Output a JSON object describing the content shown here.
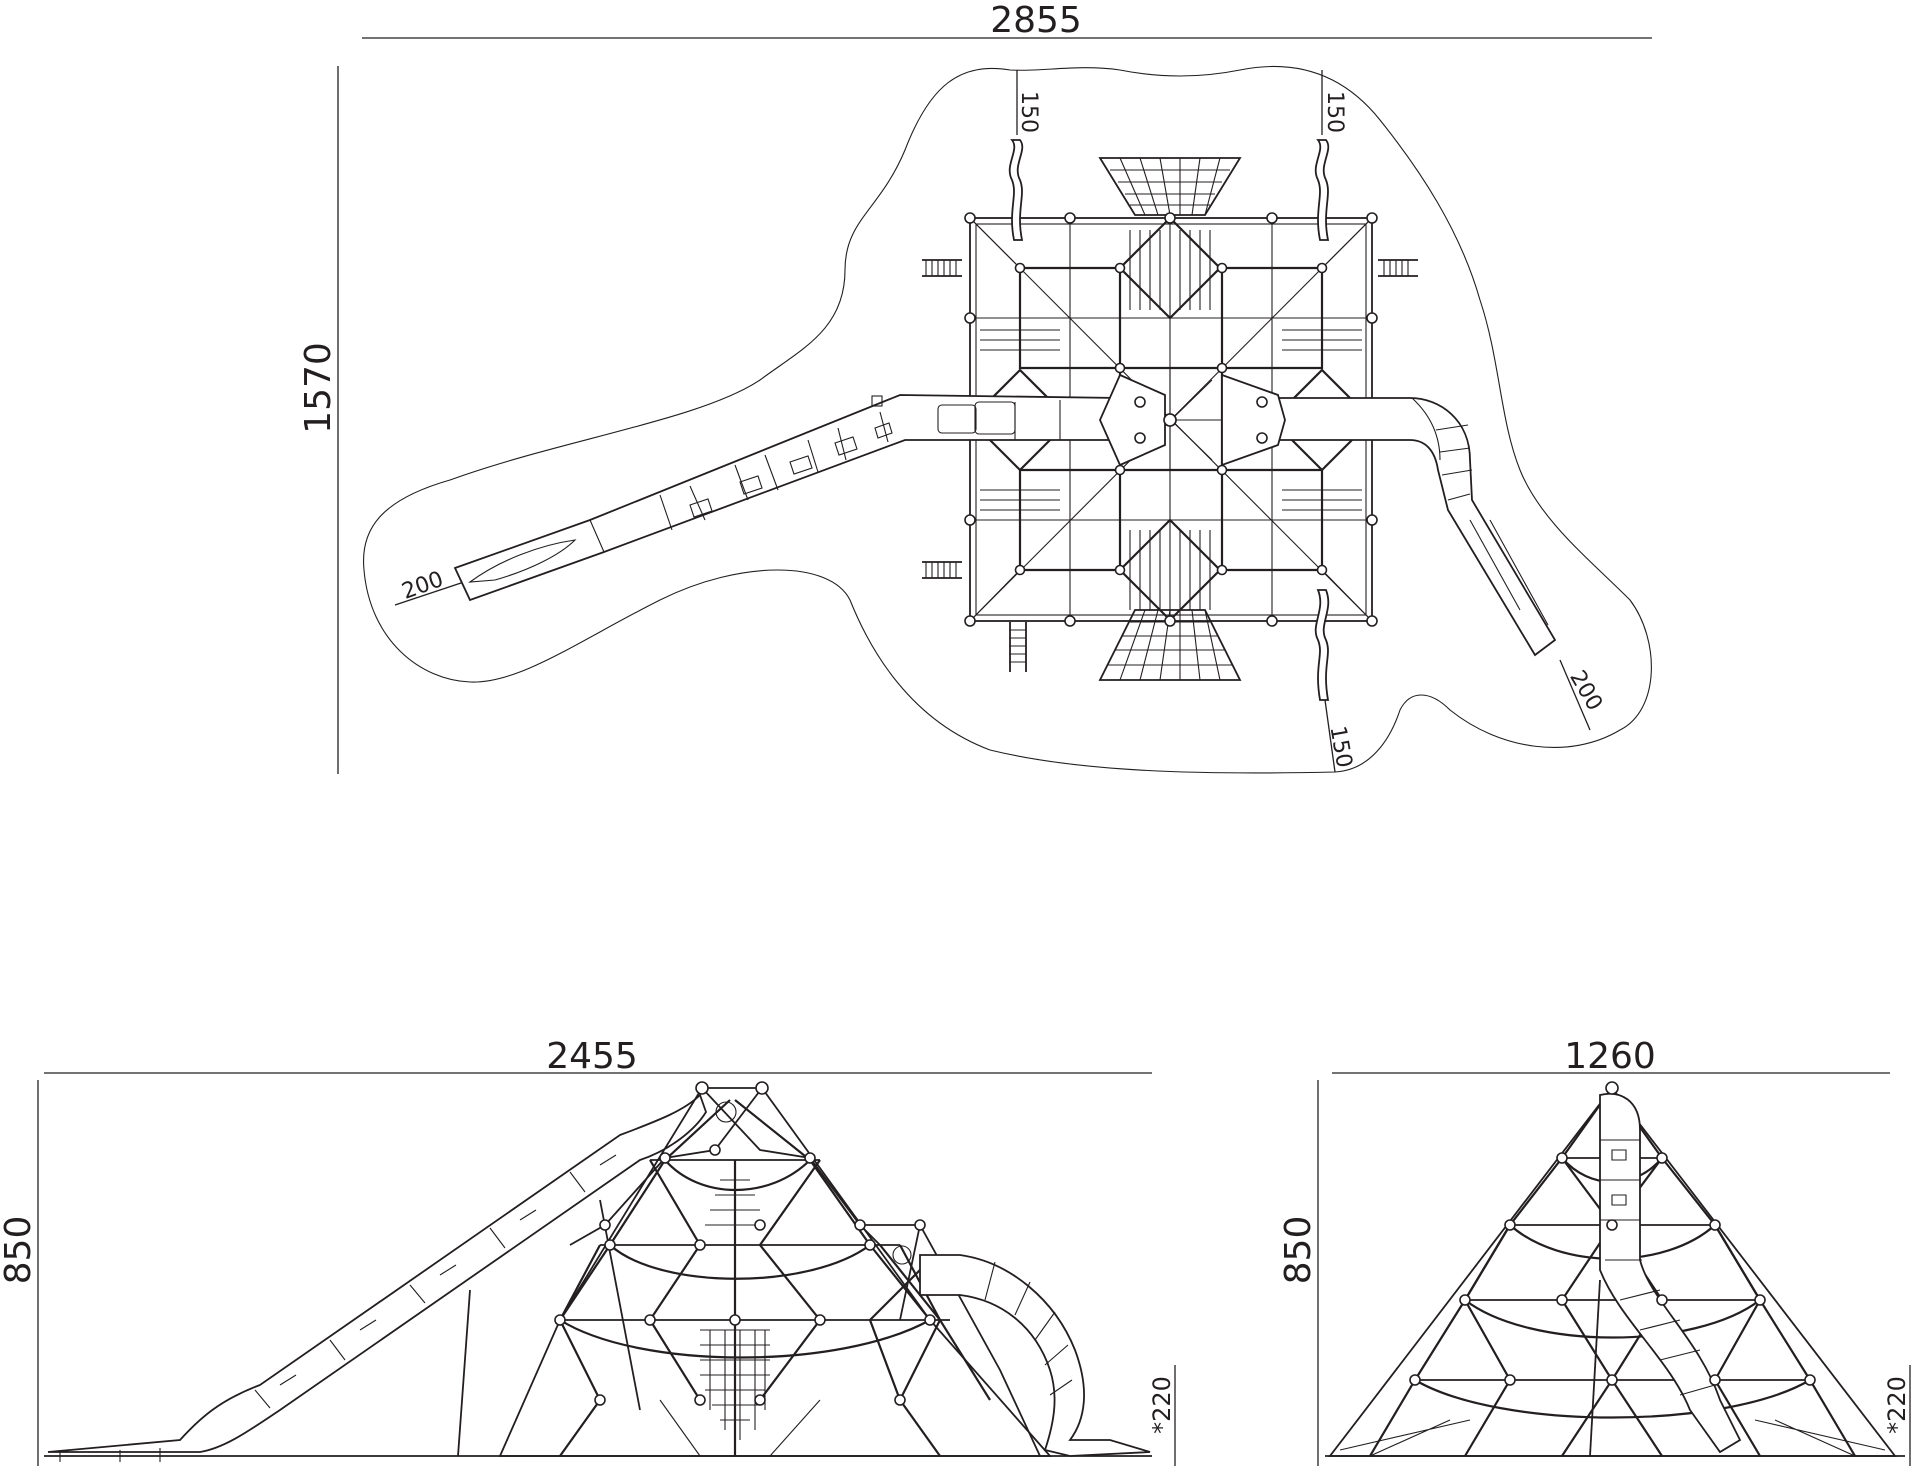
{
  "plan_view": {
    "dim_width": "2855",
    "dim_depth": "1570",
    "clearance_top_left": "150",
    "clearance_top_right": "150",
    "clearance_bottom_right": "150",
    "clearance_slide_left": "200",
    "clearance_slide_right": "200"
  },
  "front_elevation": {
    "dim_width": "2455",
    "dim_height": "850",
    "fall_height": "*220"
  },
  "side_elevation": {
    "dim_width": "1260",
    "dim_height": "850",
    "fall_height": "*220"
  },
  "colors": {
    "line": "#231f20",
    "background": "#ffffff"
  }
}
